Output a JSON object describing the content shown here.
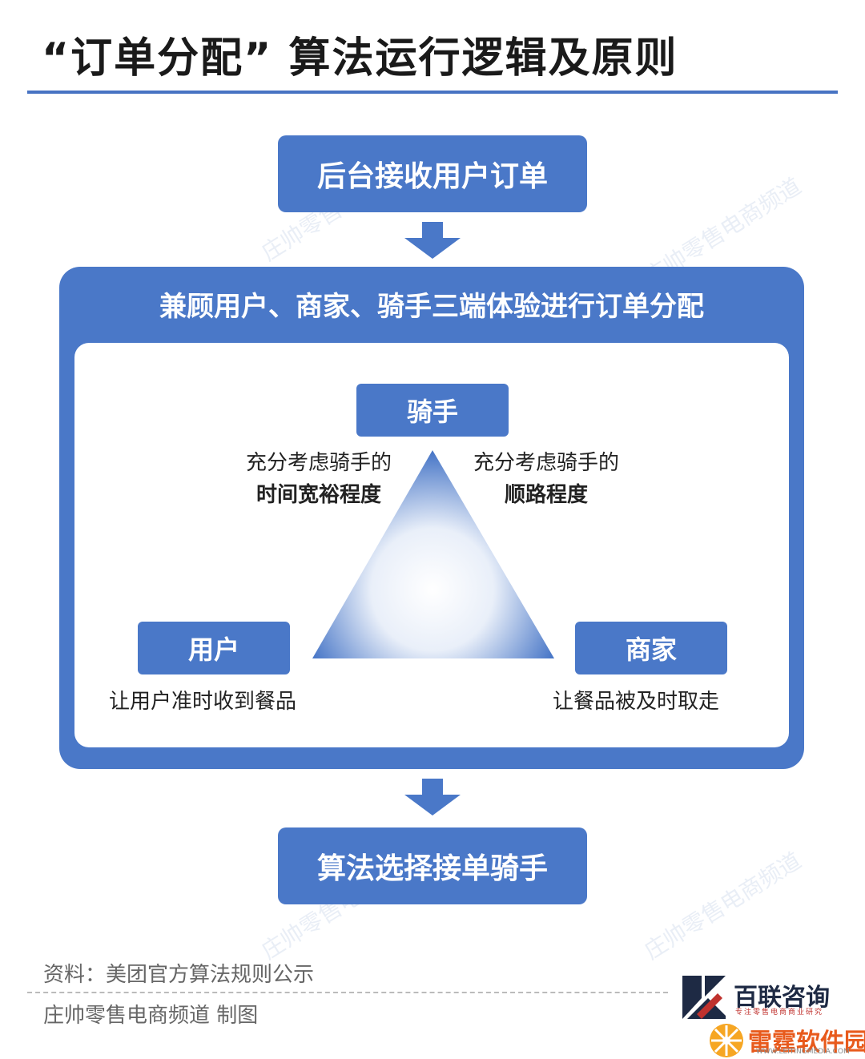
{
  "title": "“订单分配” 算法运行逻辑及原则",
  "flow": {
    "top_box": "后台接收用户订单",
    "middle_title": "兼顾用户、商家、骑手三端体验进行订单分配",
    "bottom_box": "算法选择接单骑手"
  },
  "triangle": {
    "rider": {
      "label": "骑手"
    },
    "user": {
      "label": "用户",
      "desc": "让用户准时收到餐品"
    },
    "merchant": {
      "label": "商家",
      "desc": "让餐品被及时取走"
    },
    "left_note": {
      "line1": "充分考虑骑手的",
      "line2": "时间宽裕程度"
    },
    "right_note": {
      "line1": "充分考虑骑手的",
      "line2": "顺路程度"
    }
  },
  "watermark": "庄帅零售电商频道",
  "footer": {
    "source": "资料：美团官方算法规则公示",
    "maker": "庄帅零售电商频道 制图"
  },
  "logos": {
    "bailian": {
      "name": "百联咨询",
      "tagline": "专注零售电商商业研究"
    },
    "leiting": {
      "name": "雷霆软件园",
      "url": "WWW.LEITINGMEDIA.COM"
    }
  },
  "colors": {
    "primary": "#4a78c8",
    "rule": "#4773c3",
    "triangle_edge": "#4a78c8",
    "triangle_center": "#ffffff"
  }
}
